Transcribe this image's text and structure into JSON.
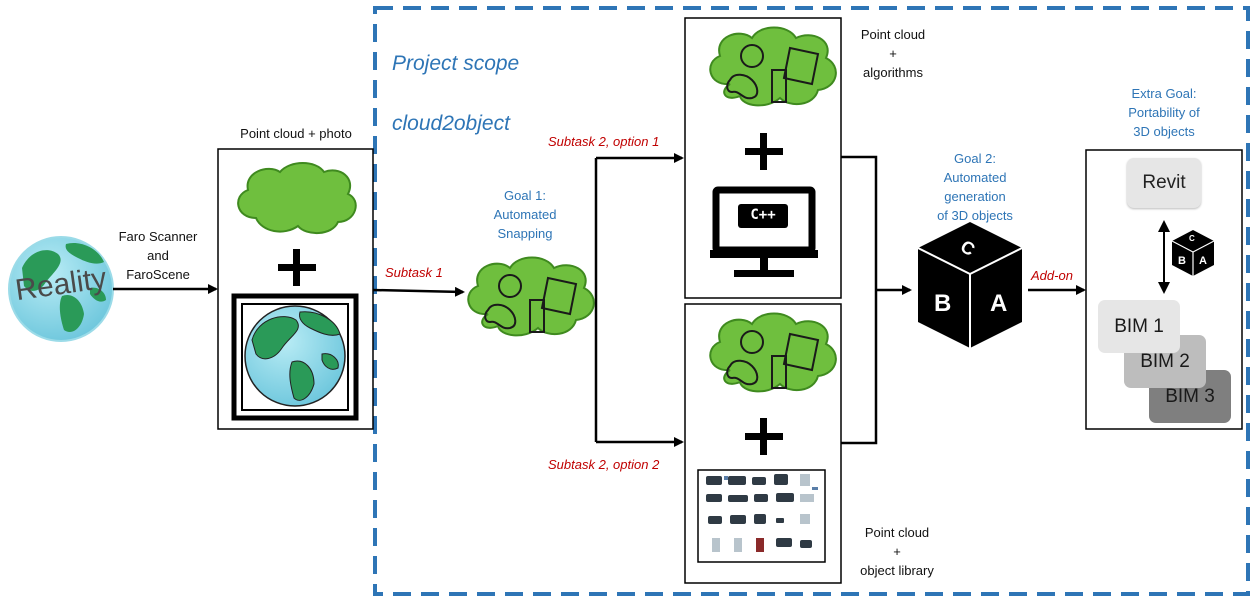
{
  "scope": {
    "line1": "Project scope",
    "line2": "cloud2object"
  },
  "reality": {
    "label": "Reality"
  },
  "scanner": {
    "label": "Faro Scanner\nand\nFaroScene"
  },
  "point_cloud_photo": {
    "label": "Point cloud + photo"
  },
  "subtask1": {
    "label": "Subtask 1"
  },
  "goal1": {
    "label": "Goal 1:\nAutomated\nSnapping"
  },
  "option1": {
    "label": "Subtask 2, option 1",
    "caption": "Point cloud\n+\nalgorithms",
    "code_text": "C++"
  },
  "option2": {
    "label": "Subtask 2, option 2",
    "caption": "Point cloud\n+\nobject library"
  },
  "goal2": {
    "label": "Goal 2:\nAutomated\ngeneration\nof 3D objects",
    "cube_letters": [
      "C",
      "B",
      "A"
    ]
  },
  "addon": {
    "label": "Add-on"
  },
  "extra_goal": {
    "label": "Extra Goal:\nPortability of\n3D objects"
  },
  "portability": {
    "revit": "Revit",
    "bim": [
      "BIM 1",
      "BIM 2",
      "BIM 3"
    ],
    "small_cube_letters": [
      "C",
      "B",
      "A"
    ]
  },
  "colors": {
    "accent_blue": "#2e75b6",
    "subtask_red": "#c00000",
    "cloud_green": "#6fbf3e",
    "cloud_stroke": "#3f8a1f",
    "globe_water": "#7fd3e6",
    "globe_land": "#2a9a58"
  }
}
